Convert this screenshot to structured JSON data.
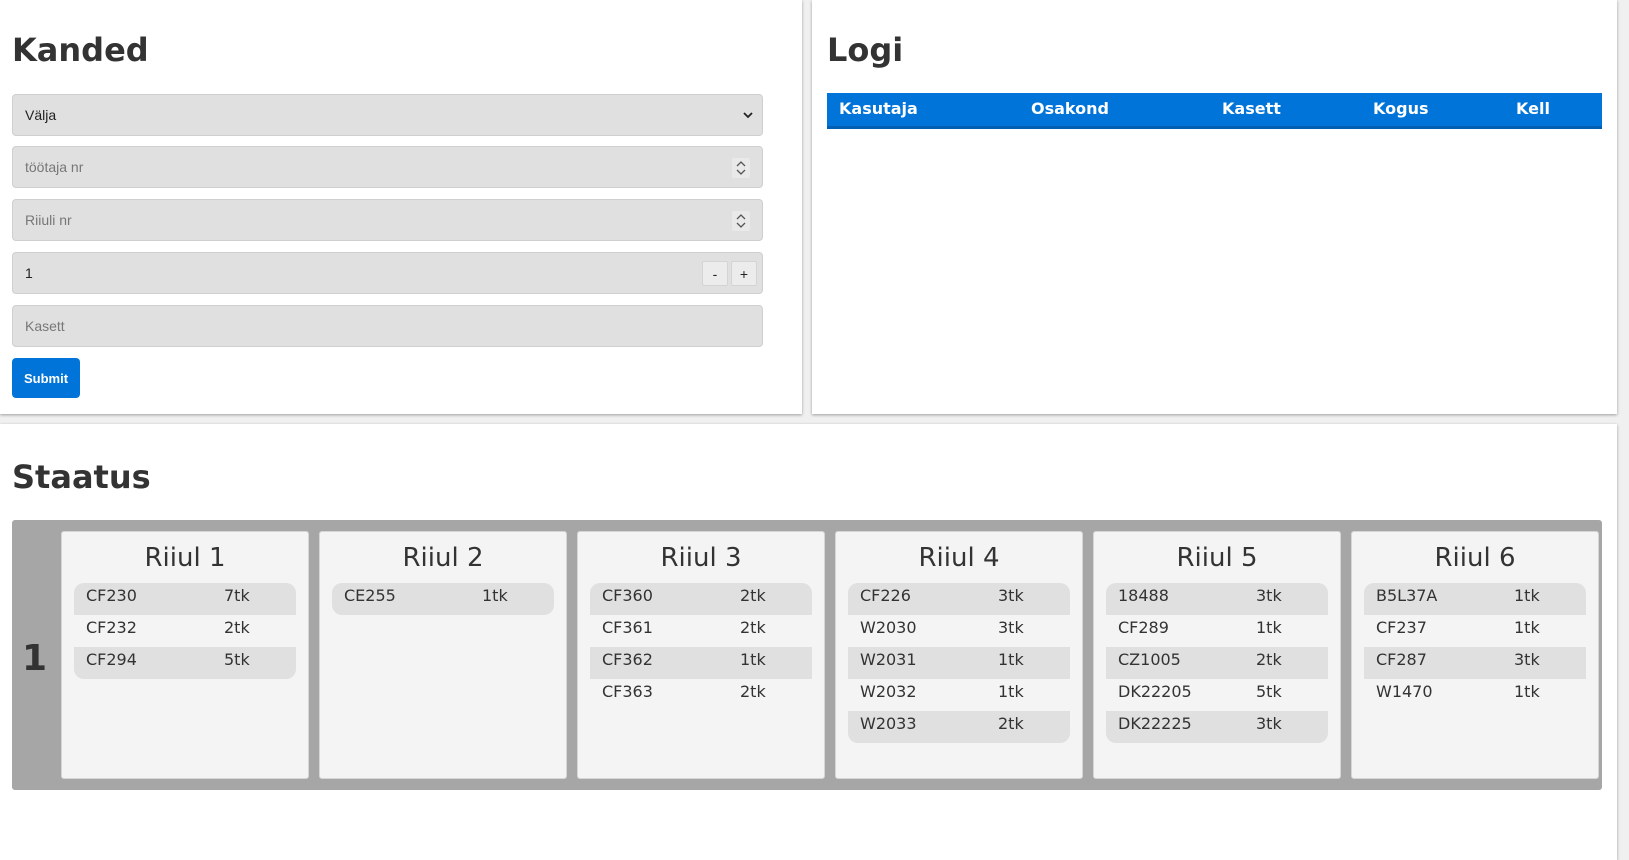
{
  "kanded": {
    "title": "Kanded",
    "select_value": "Välja",
    "worker_placeholder": "töötaja nr",
    "shelf_placeholder": "Riiuli nr",
    "quantity_value": "1",
    "minus_label": "-",
    "plus_label": "+",
    "kasett_placeholder": "Kasett",
    "submit_label": "Submit"
  },
  "logi": {
    "title": "Logi",
    "columns": [
      "Kasutaja",
      "Osakond",
      "Kasett",
      "Kogus",
      "Kell"
    ]
  },
  "staatus": {
    "title": "Staatus",
    "row_number": "1",
    "shelves": [
      {
        "title": "Riiul 1",
        "items": [
          {
            "code": "CF230",
            "qty": "7tk"
          },
          {
            "code": "CF232",
            "qty": "2tk"
          },
          {
            "code": "CF294",
            "qty": "5tk"
          }
        ]
      },
      {
        "title": "Riiul 2",
        "items": [
          {
            "code": "CE255",
            "qty": "1tk"
          }
        ]
      },
      {
        "title": "Riiul 3",
        "items": [
          {
            "code": "CF360",
            "qty": "2tk"
          },
          {
            "code": "CF361",
            "qty": "2tk"
          },
          {
            "code": "CF362",
            "qty": "1tk"
          },
          {
            "code": "CF363",
            "qty": "2tk"
          }
        ]
      },
      {
        "title": "Riiul 4",
        "items": [
          {
            "code": "CF226",
            "qty": "3tk"
          },
          {
            "code": "W2030",
            "qty": "3tk"
          },
          {
            "code": "W2031",
            "qty": "1tk"
          },
          {
            "code": "W2032",
            "qty": "1tk"
          },
          {
            "code": "W2033",
            "qty": "2tk"
          }
        ]
      },
      {
        "title": "Riiul 5",
        "items": [
          {
            "code": "18488",
            "qty": "3tk"
          },
          {
            "code": "CF289",
            "qty": "1tk"
          },
          {
            "code": "CZ1005",
            "qty": "2tk"
          },
          {
            "code": "DK22205",
            "qty": "5tk"
          },
          {
            "code": "DK22225",
            "qty": "3tk"
          }
        ]
      },
      {
        "title": "Riiul 6",
        "items": [
          {
            "code": "B5L37A",
            "qty": "1tk"
          },
          {
            "code": "CF237",
            "qty": "1tk"
          },
          {
            "code": "CF287",
            "qty": "3tk"
          },
          {
            "code": "W1470",
            "qty": "1tk"
          }
        ]
      }
    ]
  },
  "colors": {
    "accent": "#0074d9",
    "board": "#a6a6a6",
    "field": "#e0e0e0"
  }
}
